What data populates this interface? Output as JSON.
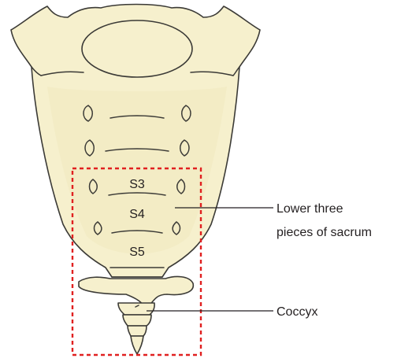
{
  "figure": {
    "vertebra_labels": [
      "S3",
      "S4",
      "S5"
    ],
    "callouts": {
      "lower_three": [
        "Lower three",
        "pieces of sacrum"
      ],
      "coccyx": "Coccyx"
    },
    "colors": {
      "bone_fill": "#f6f0cd",
      "bone_outline": "#3b3a36",
      "highlight_box": "#e02020",
      "text": "#231f20"
    }
  }
}
